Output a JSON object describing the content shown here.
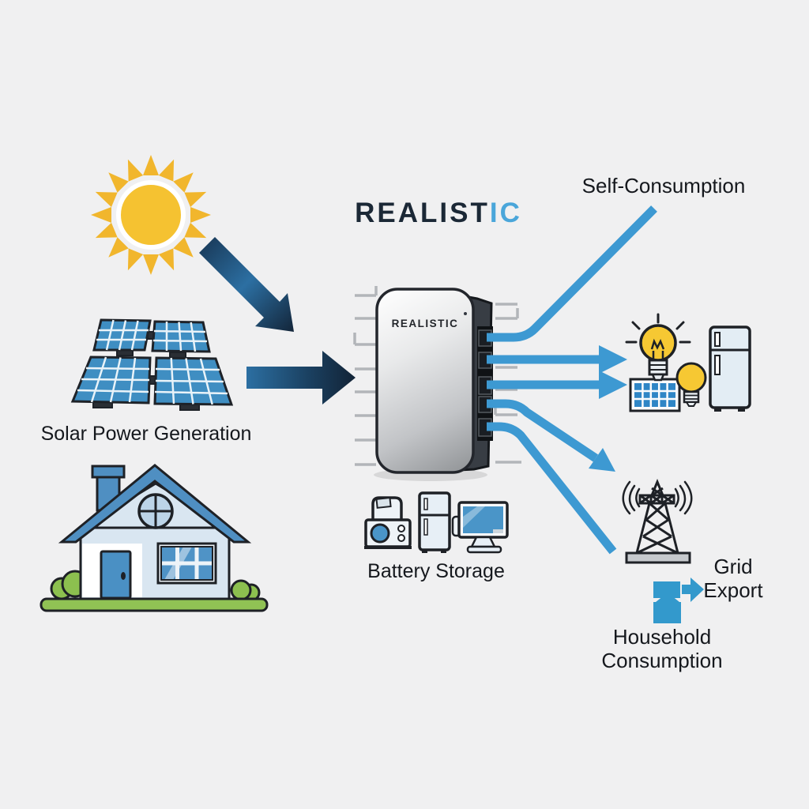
{
  "title": {
    "part_dark": "REALIST",
    "part_accent": "IC"
  },
  "battery": {
    "device_label": "REALISTIC"
  },
  "nodes": {
    "solar_generation": {
      "label": "Solar Power Generation"
    },
    "battery_storage": {
      "label": "Battery Storage"
    },
    "self_consumption": {
      "label": "Self-Consumption"
    },
    "grid_export": {
      "line1": "Grid",
      "line2": "Export"
    },
    "household": {
      "line1": "Household",
      "line2": "Consumption"
    }
  },
  "colors": {
    "background": "#f0f0f1",
    "accent_blue": "#3d99d2",
    "dark_navy_arrow": "#152a40",
    "text": "#15181d",
    "title_dark": "#1b2836",
    "title_accent": "#4aa6da",
    "sun_yellow": "#f5c231",
    "panel_blue": "#3f8ec2",
    "house_blue": "#4f8fc2",
    "grass_green": "#8fc152",
    "battery_silver": "#c2c4c7"
  },
  "icons": {
    "sun": "sun-icon",
    "solar_array": "solar-panel-array-icon",
    "house": "house-icon",
    "battery_unit": "battery-unit-icon",
    "washing_machine": "washing-machine-icon",
    "fridge_small": "fridge-icon",
    "monitor": "computer-monitor-icon",
    "bulb_large": "light-bulb-icon",
    "bulb_small": "small-light-bulb-icon",
    "panel_tile": "solar-panel-icon",
    "refrigerator": "refrigerator-icon",
    "tower": "transmission-tower-icon",
    "export_transfer": "grid-export-transfer-icon"
  },
  "connections": [
    {
      "from": "sun",
      "to": "battery-unit",
      "style": "dark-arrow"
    },
    {
      "from": "solar-panel-array",
      "to": "battery-unit",
      "style": "dark-arrow"
    },
    {
      "from": "battery-unit",
      "to": "self-consumption",
      "style": "blue-cable"
    },
    {
      "from": "battery-unit",
      "to": "household-appliances",
      "style": "blue-arrow"
    },
    {
      "from": "battery-unit",
      "to": "household-appliances",
      "style": "blue-arrow"
    },
    {
      "from": "battery-unit",
      "to": "grid-export-tower",
      "style": "blue-arrow"
    },
    {
      "from": "battery-unit",
      "to": "household-consumption",
      "style": "blue-cable"
    }
  ]
}
